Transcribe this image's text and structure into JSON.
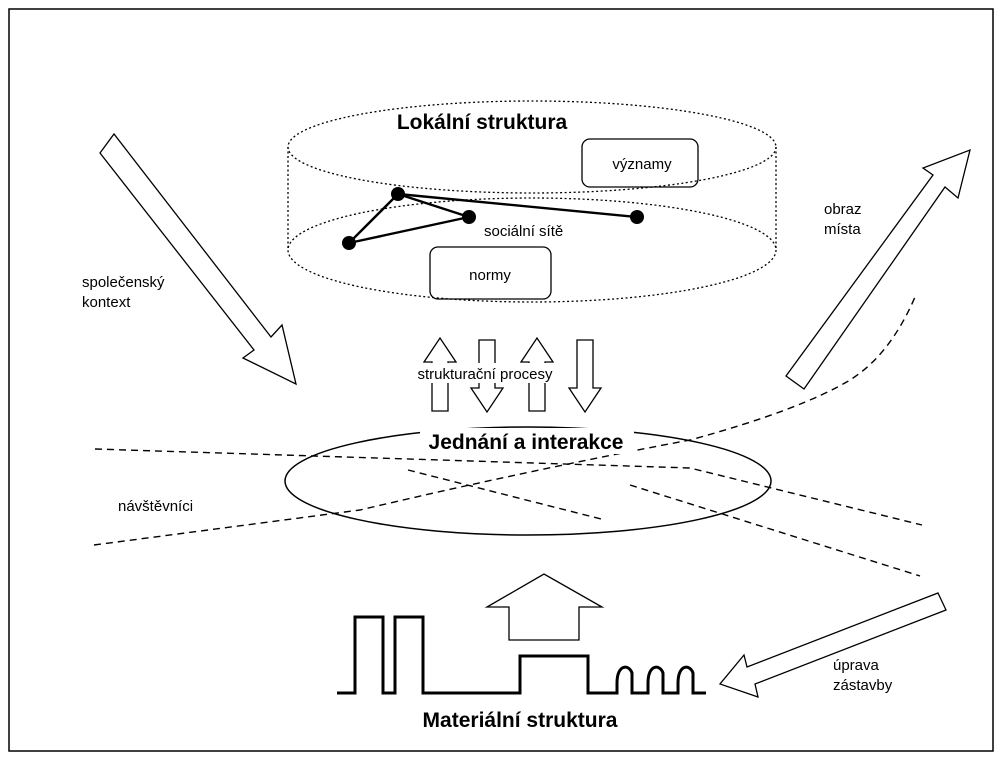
{
  "local_structure": {
    "title": "Lokální struktura",
    "meanings_label": "významy",
    "social_networks_label": "sociální sítě",
    "norms_label": "normy"
  },
  "structuring_processes_label": "strukturační procesy",
  "action_interaction_label": "Jednání a interakce",
  "material_structure_label": "Materiální struktura",
  "social_context_label": [
    "společenský",
    "kontext"
  ],
  "place_image_label": [
    "obraz",
    "místa"
  ],
  "visitors_label": "návštěvníci",
  "building_modification_label": [
    "úprava",
    "zástavby"
  ],
  "colors": {
    "stroke": "#000000",
    "background": "#ffffff"
  }
}
